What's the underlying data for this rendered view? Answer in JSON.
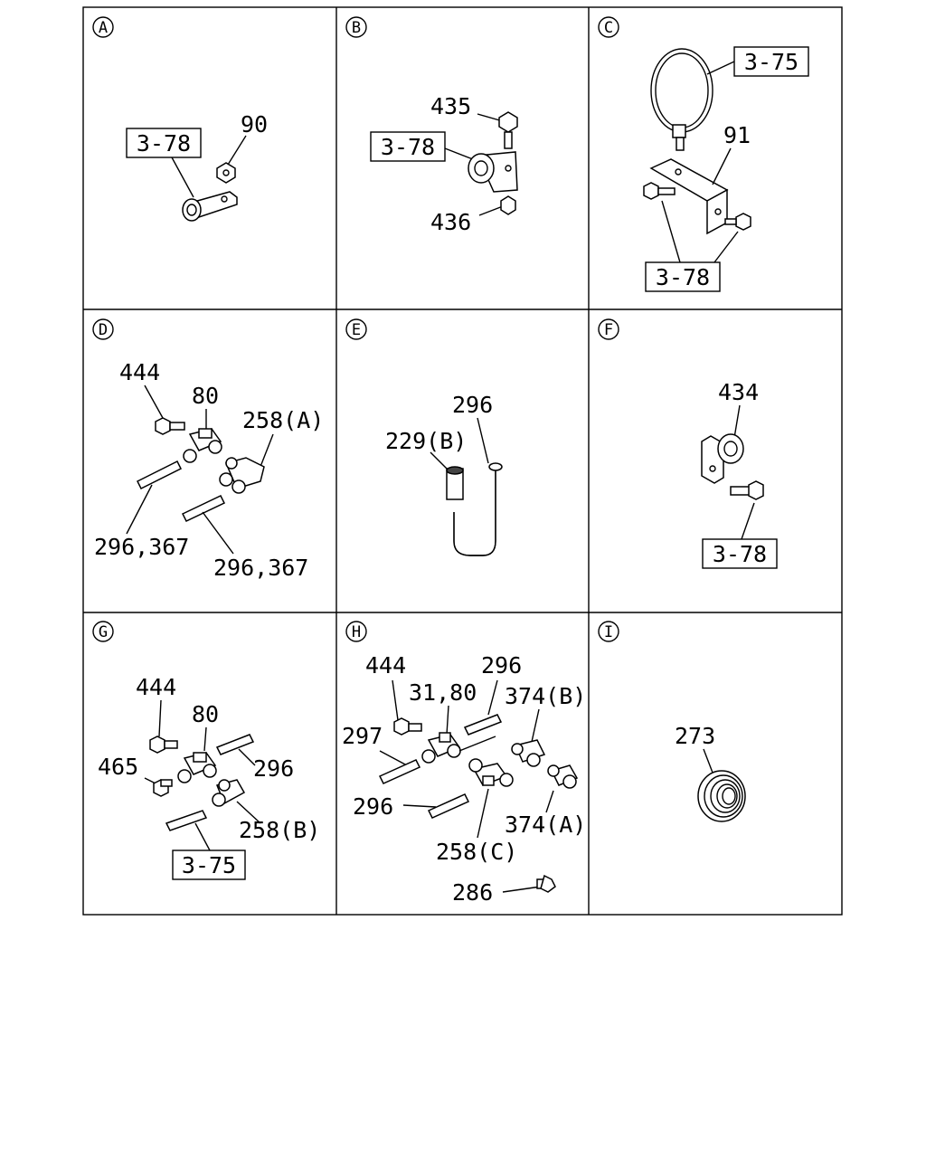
{
  "panels": [
    {
      "id": "A",
      "letter": "A",
      "labels": [
        "90"
      ],
      "boxed": [
        "3-78"
      ]
    },
    {
      "id": "B",
      "letter": "B",
      "labels": [
        "435",
        "436"
      ],
      "boxed": [
        "3-78"
      ]
    },
    {
      "id": "C",
      "letter": "C",
      "labels": [
        "91"
      ],
      "boxed": [
        "3-75",
        "3-78"
      ]
    },
    {
      "id": "D",
      "letter": "D",
      "labels": [
        "444",
        "80",
        "258(A)",
        "296,367",
        "296,367"
      ],
      "boxed": []
    },
    {
      "id": "E",
      "letter": "E",
      "labels": [
        "296",
        "229(B)"
      ],
      "boxed": []
    },
    {
      "id": "F",
      "letter": "F",
      "labels": [
        "434"
      ],
      "boxed": [
        "3-78"
      ]
    },
    {
      "id": "G",
      "letter": "G",
      "labels": [
        "444",
        "80",
        "465",
        "296",
        "258(B)"
      ],
      "boxed": [
        "3-75"
      ]
    },
    {
      "id": "H",
      "letter": "H",
      "labels": [
        "444",
        "296",
        "31,80",
        "374(B)",
        "297",
        "296",
        "374(A)",
        "258(C)",
        "286"
      ],
      "boxed": []
    },
    {
      "id": "I",
      "letter": "I",
      "labels": [
        "273"
      ],
      "boxed": []
    }
  ]
}
